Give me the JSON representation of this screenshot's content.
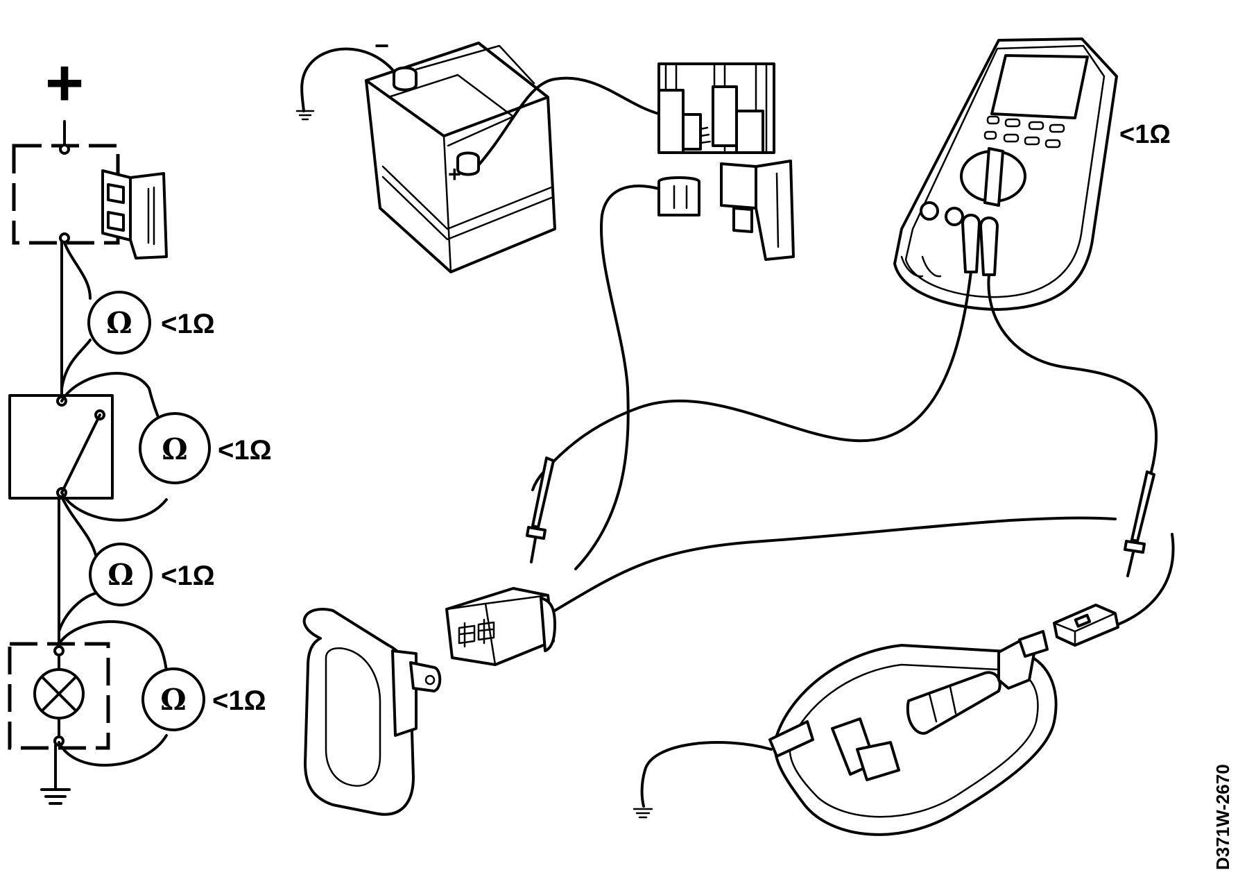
{
  "schematic": {
    "supply_symbol": "+",
    "meter_symbol": "Ω",
    "measurements": [
      {
        "label": "<1Ω"
      },
      {
        "label": "<1Ω"
      },
      {
        "label": "<1Ω"
      },
      {
        "label": "<1Ω"
      }
    ]
  },
  "battery": {
    "negative_mark": "−",
    "positive_mark": "+"
  },
  "multimeter": {
    "reading_label": "<1Ω"
  },
  "reference_code": "D371W-2670"
}
